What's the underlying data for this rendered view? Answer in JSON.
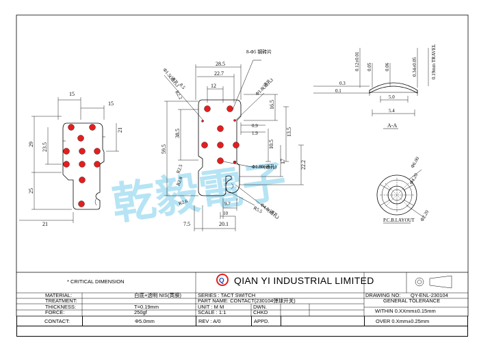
{
  "watermark": "乾毅電子",
  "company": {
    "logo_letter": "Q",
    "name": "QIAN YI INDUSTRIAL LIMITED"
  },
  "critical_note": "* CRITICAL DIMENSION",
  "left_fields": [
    {
      "label": "MATERIAL:",
      "value": "白底+透明 NIS(黄膜)"
    },
    {
      "label": "TREATMENT:",
      "value": ""
    },
    {
      "label": "THICKNESS:",
      "value": "T=0.19mm"
    },
    {
      "label": "FORCE:",
      "value": "250gf"
    },
    {
      "label": "CONTACT:",
      "value": "Φ5.0mm"
    }
  ],
  "series": "SERIES : TACT SWITCH",
  "part_name": "PART NAME: CONTACT(230104弹球开关)",
  "unit": "UNIT : M M",
  "dwn": "DWN.",
  "scale": "SCALE : 1:1",
  "chkd": "CHKD",
  "rev": "REV   : A/0",
  "appd": "APPD.",
  "drawing_no_label": "DRAWING NO:",
  "drawing_no": "QY-ENL-230104",
  "general_tolerance": "GENERAL TOLERANCE",
  "tol_within": "WITHIN 0.XXmm±0.15mm",
  "tol_over": "OVER   0.Xmm±0.25mm",
  "section_label": "A-A",
  "pcb_label": "P.C.B.LAYOUT",
  "left_dims": {
    "d15a": "15",
    "d15b": "15",
    "d29": "29",
    "d23_5": "23.5",
    "d25": "25",
    "d21a": "21",
    "d21b": "21"
  },
  "mid_dims": {
    "d28_5": "28.5",
    "d22_7": "22.7",
    "d12": "12",
    "d8_5": "8.5",
    "d16_5": "16.5",
    "d0_9": "0.9",
    "d1_9": "1.9",
    "d38_5": "38.5",
    "d10_5": "10.5",
    "d13_5": "13.5",
    "d59_5": "59.5",
    "d17": "17",
    "d22_2": "22.2",
    "r2_5": "R2.5",
    "r2_8": "R2.8",
    "r2_6": "R2.6",
    "r5_5": "R5.5",
    "r2_2": "R2.2",
    "d9_7": "9.7",
    "d10": "10",
    "d7_5": "7.5",
    "d20_1": "20.1",
    "hole_top": "8-Φ5 钢砖片",
    "hole_l": "Φ1.5(通孔)",
    "hole_r": "Φ1.8(通孔)",
    "hole_c": "Φ1.80(通孔)",
    "hole_b": "Φ4.8(通孔)"
  },
  "sec_dims": {
    "d0_3": "0.3",
    "d0_1": "0.1",
    "d5_0": "5.0",
    "d5_4": "5.4",
    "v1": "0.12±0.01",
    "v2": "0.05",
    "v3": "0.06",
    "v4": "0.34±0.05",
    "v5": "0.19mm TRAVEL"
  },
  "pcb_dims": {
    "d6": "Φ6.00",
    "d4_2": "Φ4.20",
    "d2_2": "Φ2.20"
  }
}
